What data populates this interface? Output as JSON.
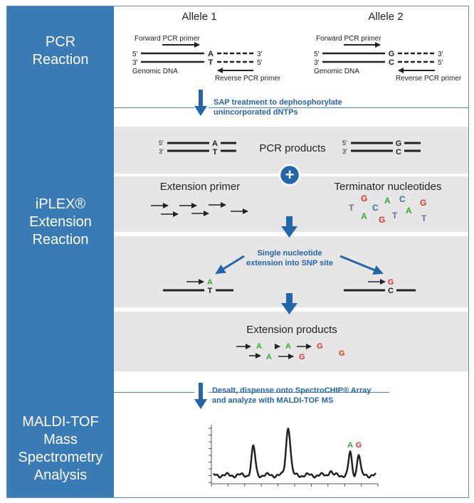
{
  "sections": {
    "pcr_reaction": "PCR\nReaction",
    "iplex": "iPLEX®\nExtension\nReaction",
    "maldi": "MALDI-TOF\nMass\nSpectrometry\nAnalysis"
  },
  "alleles": {
    "allele1_title": "Allele 1",
    "allele2_title": "Allele 2",
    "forward_primer": "Forward PCR primer",
    "reverse_primer": "Reverse PCR primer",
    "genomic_dna": "Genomic DNA",
    "five_prime": "5'",
    "three_prime": "3'",
    "allele1_top_base": "A",
    "allele1_bottom_base": "T",
    "allele2_top_base": "G",
    "allele2_bottom_base": "C"
  },
  "steps": {
    "sap_line1": "SAP treatment to dephosphorylate",
    "sap_line2": "unincorporated dNTPs",
    "desalt_line1": "Desalt, dispense onto SpectroCHIP® Array",
    "desalt_line2": "and analyze with MALDI-TOF MS"
  },
  "iplex": {
    "pcr_products": "PCR products",
    "plus": "+",
    "extension_primer": "Extension primer",
    "terminator_nucleotides": "Terminator nucleotides",
    "nucleotides": [
      "G",
      "C",
      "A",
      "C",
      "G",
      "T",
      "A",
      "T",
      "A",
      "G",
      "T"
    ],
    "single_nucleotide_line1": "Single nucleotide",
    "single_nucleotide_line2": "extension into SNP site",
    "ext_left_base_top": "A",
    "ext_left_base_bottom": "T",
    "ext_right_base_top": "G",
    "ext_right_base_bottom": "C",
    "extension_products": "Extension products",
    "product_bases": [
      "A",
      "A",
      "G",
      "A",
      "G",
      "G"
    ]
  },
  "spectrum": {
    "peak_label_a": "A",
    "peak_label_g": "G"
  },
  "colors": {
    "sidebar": "#3a7ab5",
    "accent": "#2565a9",
    "band": "#e6e6e6",
    "A": "#3aaa35",
    "G": "#e2312b",
    "C": "#2f6fb5",
    "T": "#7b64a8"
  }
}
